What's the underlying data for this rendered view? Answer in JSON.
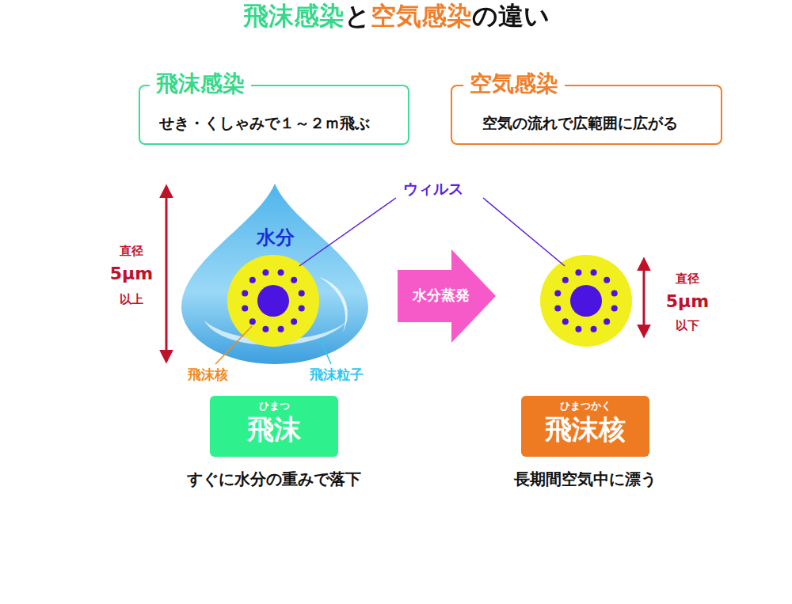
{
  "diagram": {
    "title": "飛沫感染と空気感染の違い",
    "nodes": [
      {
        "text": [
          "飛沫感染",
          "せき・くしゃみで１～２ｍ飛ぶ"
        ]
      },
      {
        "text": [
          "空気感染",
          "空気の流れで広範囲に広がる"
        ]
      },
      {
        "text": [
          "水分"
        ]
      },
      {
        "text": [
          "水分蒸発"
        ]
      },
      {
        "text": [
          "ひまつ",
          "飛沫"
        ]
      },
      {
        "text": [
          "ひまつかく",
          "飛沫核"
        ]
      }
    ],
    "labels": [
      "ウィルス",
      "直径",
      "5μm",
      "以上",
      "直径",
      "5μm",
      "以下",
      "飛沫核",
      "飛沫粒子",
      "すぐに水分の重みで落下",
      "長期間空気中に漂う"
    ]
  }
}
